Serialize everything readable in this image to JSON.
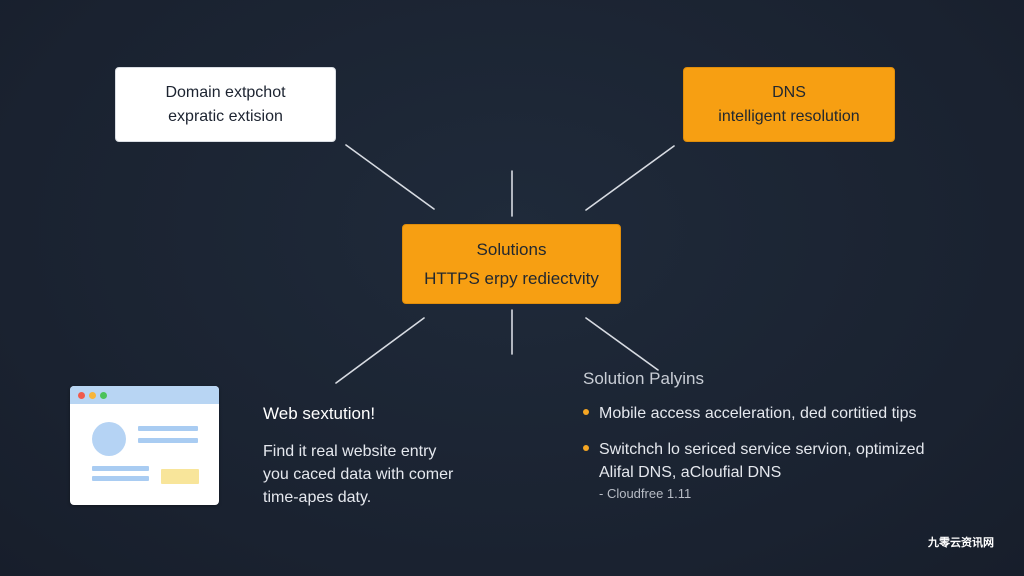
{
  "nodes": {
    "top_left": {
      "line1": "Domain extpchot",
      "line2": "expratic extision"
    },
    "top_right": {
      "line1": "DNS",
      "line2": "intelligent resolution"
    },
    "center": {
      "line1": "Solutions",
      "line2": "HTTPS erpy rediectvity"
    }
  },
  "web_section": {
    "heading": "Web sextution!",
    "body": [
      "Find it real website entry",
      "you caced data with comer",
      "time-apes daty."
    ]
  },
  "solution_section": {
    "heading": "Solution Palyins",
    "items": [
      "Mobile access acceleration, ded cortitied tips",
      "Switchch lo sericed service servion, optimized"
    ],
    "item2_continuation": "Alifal DNS, aCloufial DNS",
    "sub_note": "- Cloudfree 1.11"
  },
  "watermark": "九零云资讯网",
  "colors": {
    "background": "#1b2433",
    "accent_orange": "#f79f12",
    "connector": "#d7dbe2",
    "bullet": "#f5a623"
  }
}
